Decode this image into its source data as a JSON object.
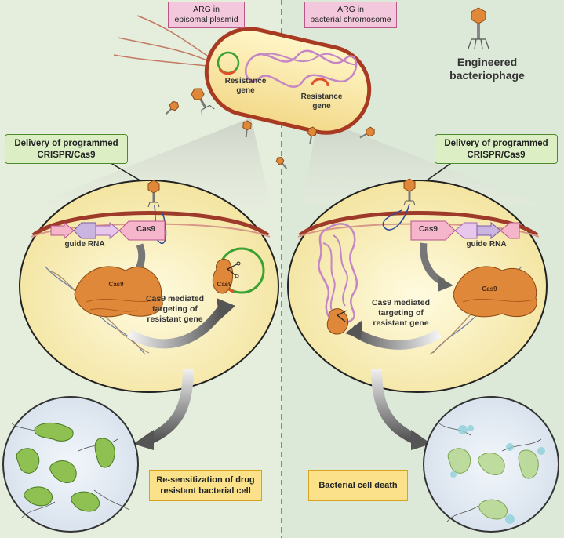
{
  "left_panel": {
    "location_box": [
      "ARG in",
      "episomal plasmid"
    ],
    "delivery_box": [
      "Delivery of programmed",
      "CRISPR/Cas9"
    ],
    "guide_rna": "guide RNA",
    "cas9_gene": "Cas9",
    "cas9_protein": "Cas9",
    "cas9_bound": "Cas9",
    "targeting": [
      "Cas9 mediated",
      "targeting of",
      "resistant gene"
    ],
    "outcome": [
      "Re-sensitization of drug",
      "resistant bacterial cell"
    ]
  },
  "right_panel": {
    "location_box": [
      "ARG in",
      "bacterial chromosome"
    ],
    "delivery_box": [
      "Delivery of programmed",
      "CRISPR/Cas9"
    ],
    "guide_rna": "guide RNA",
    "cas9_gene": "Cas9",
    "cas9_protein": "Cas9",
    "targeting": [
      "Cas9 mediated",
      "targeting of",
      "resistant gene"
    ],
    "outcome": "Bacterial cell death"
  },
  "top": {
    "phage_label": [
      "Engineered",
      "bacteriophage"
    ],
    "resistance_gene_plasmid": [
      "Resistance",
      "gene"
    ],
    "resistance_gene_chromosome": [
      "Resistance",
      "gene"
    ]
  },
  "colors": {
    "background_left": "#e5eedc",
    "background_right": "#dde9d8",
    "cell_yellow": "#f7efb0",
    "plasmid_green": "#3aa132",
    "chromosome_pink": "#c486c4",
    "cas9_orange": "#e0883a",
    "membrane_red": "#9e3a2a"
  }
}
